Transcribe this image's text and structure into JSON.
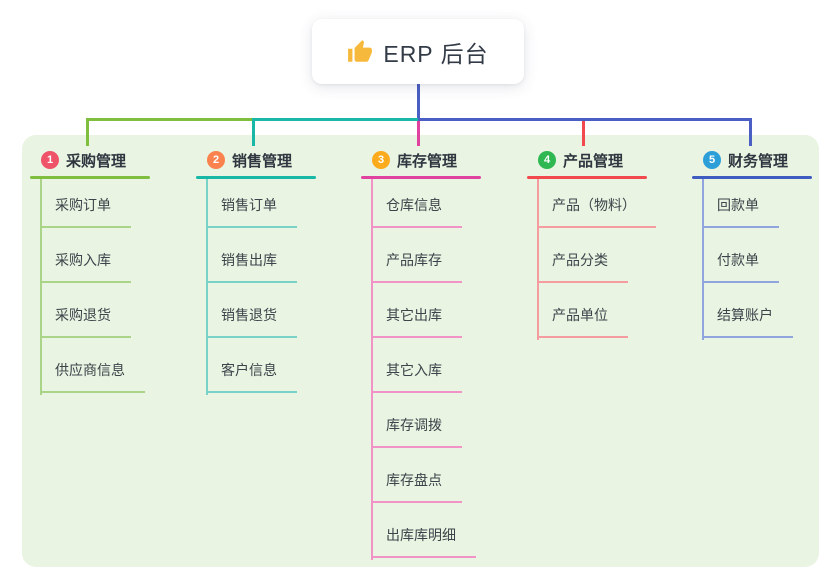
{
  "root": {
    "icon": "thumbs-up-icon",
    "title": "ERP 后台"
  },
  "branches": [
    {
      "index": "1",
      "title": "采购管理",
      "badge_color": "#ef5368",
      "line_color": "#7fbe3e",
      "children": [
        "采购订单",
        "采购入库",
        "采购退货",
        "供应商信息"
      ]
    },
    {
      "index": "2",
      "title": "销售管理",
      "badge_color": "#f9824e",
      "line_color": "#18b7a6",
      "children": [
        "销售订单",
        "销售出库",
        "销售退货",
        "客户信息"
      ]
    },
    {
      "index": "3",
      "title": "库存管理",
      "badge_color": "#fbab1c",
      "line_color": "#e0439f",
      "children": [
        "仓库信息",
        "产品库存",
        "其它出库",
        "其它入库",
        "库存调拨",
        "库存盘点",
        "出库库明细"
      ]
    },
    {
      "index": "4",
      "title": "产品管理",
      "badge_color": "#2fb851",
      "line_color": "#f2494e",
      "children": [
        "产品（物料）",
        "产品分类",
        "产品单位"
      ]
    },
    {
      "index": "5",
      "title": "财务管理",
      "badge_color": "#2c9fd9",
      "line_color": "#3f5cc0",
      "children": [
        "回款单",
        "付款单",
        "结算账户"
      ]
    }
  ],
  "colors": {
    "canvas_bg": "#e9f4e2",
    "root_connector": "#4a5ec4"
  }
}
